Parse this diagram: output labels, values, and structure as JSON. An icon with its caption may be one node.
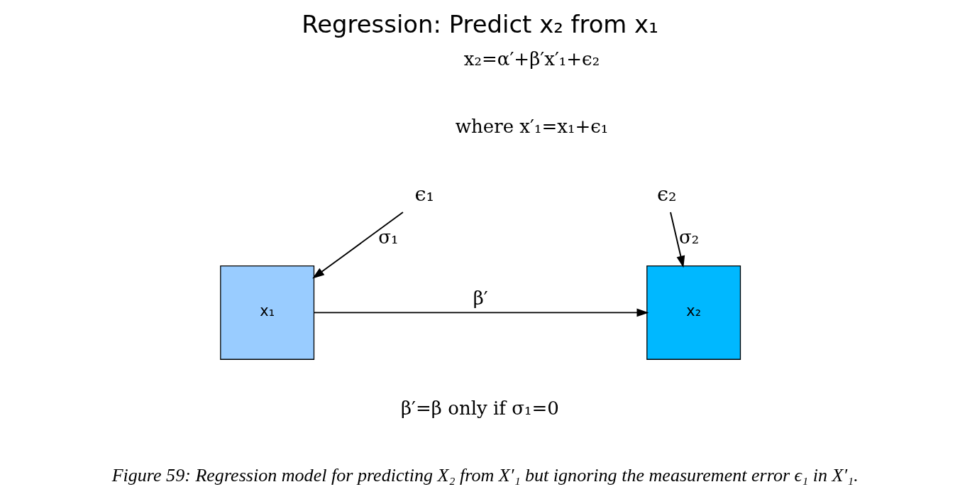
{
  "diagram": {
    "title": "Regression: Predict x₂ from x₁",
    "caption": "Figure 59: Regression model for predicting X₂ from X′₁ but ignoring the measurement error ϵ₁ in X′₁.",
    "nodes": [
      {
        "text": [
          "ϵ₁"
        ]
      },
      {
        "text": [
          "ϵ₂"
        ]
      },
      {
        "text": [
          "x₁"
        ]
      },
      {
        "text": [
          "x₂"
        ]
      }
    ],
    "edges": [
      {
        "from": 0,
        "to": 2,
        "arrow": "to",
        "label": "σ₁"
      },
      {
        "from": 1,
        "to": 3,
        "arrow": "to",
        "label": "σ₂"
      },
      {
        "from": 2,
        "to": 3,
        "arrow": "to",
        "label": "β′"
      }
    ],
    "labels": [
      "x₂=α′+β′x′₁+ϵ₂",
      "where x′₁=x₁+ϵ₁",
      "β′=β only if σ₁=0"
    ]
  }
}
